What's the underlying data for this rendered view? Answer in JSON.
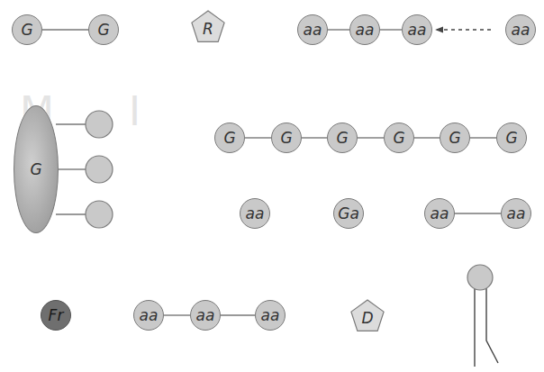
{
  "diagram": {
    "nodes": [
      {
        "text": [
          "G"
        ]
      },
      {
        "text": [
          "G"
        ]
      },
      {
        "text": [
          "R"
        ]
      },
      {
        "text": [
          "aa"
        ]
      },
      {
        "text": [
          "aa"
        ]
      },
      {
        "text": [
          "aa"
        ]
      },
      {
        "text": [
          "aa"
        ]
      },
      {
        "text": [
          "G"
        ]
      },
      {
        "text": [
          "G"
        ]
      },
      {
        "text": [
          "G"
        ]
      },
      {
        "text": [
          "G"
        ]
      },
      {
        "text": [
          "G"
        ]
      },
      {
        "text": [
          "G"
        ]
      },
      {
        "text": [
          "G"
        ]
      },
      {
        "text": [
          "aa"
        ]
      },
      {
        "text": [
          "Ga"
        ]
      },
      {
        "text": [
          "aa"
        ]
      },
      {
        "text": [
          "aa"
        ]
      },
      {
        "text": [
          "Fr"
        ]
      },
      {
        "text": [
          "aa"
        ]
      },
      {
        "text": [
          "aa"
        ]
      },
      {
        "text": [
          "aa"
        ]
      },
      {
        "text": [
          "D"
        ]
      }
    ],
    "edges": [
      {
        "from": 0,
        "to": 1,
        "arrow": "none"
      },
      {
        "from": 3,
        "to": 4,
        "arrow": "none"
      },
      {
        "from": 4,
        "to": 5,
        "arrow": "none"
      },
      {
        "from": 6,
        "to": 5,
        "arrow": "to"
      },
      {
        "from": 8,
        "to": 9,
        "arrow": "none"
      },
      {
        "from": 9,
        "to": 10,
        "arrow": "none"
      },
      {
        "from": 10,
        "to": 11,
        "arrow": "none"
      },
      {
        "from": 11,
        "to": 12,
        "arrow": "none"
      },
      {
        "from": 12,
        "to": 13,
        "arrow": "none"
      },
      {
        "from": 16,
        "to": 17,
        "arrow": "none"
      },
      {
        "from": 19,
        "to": 20,
        "arrow": "none"
      },
      {
        "from": 20,
        "to": 21,
        "arrow": "none"
      }
    ],
    "labels": [
      "M",
      "I"
    ]
  }
}
